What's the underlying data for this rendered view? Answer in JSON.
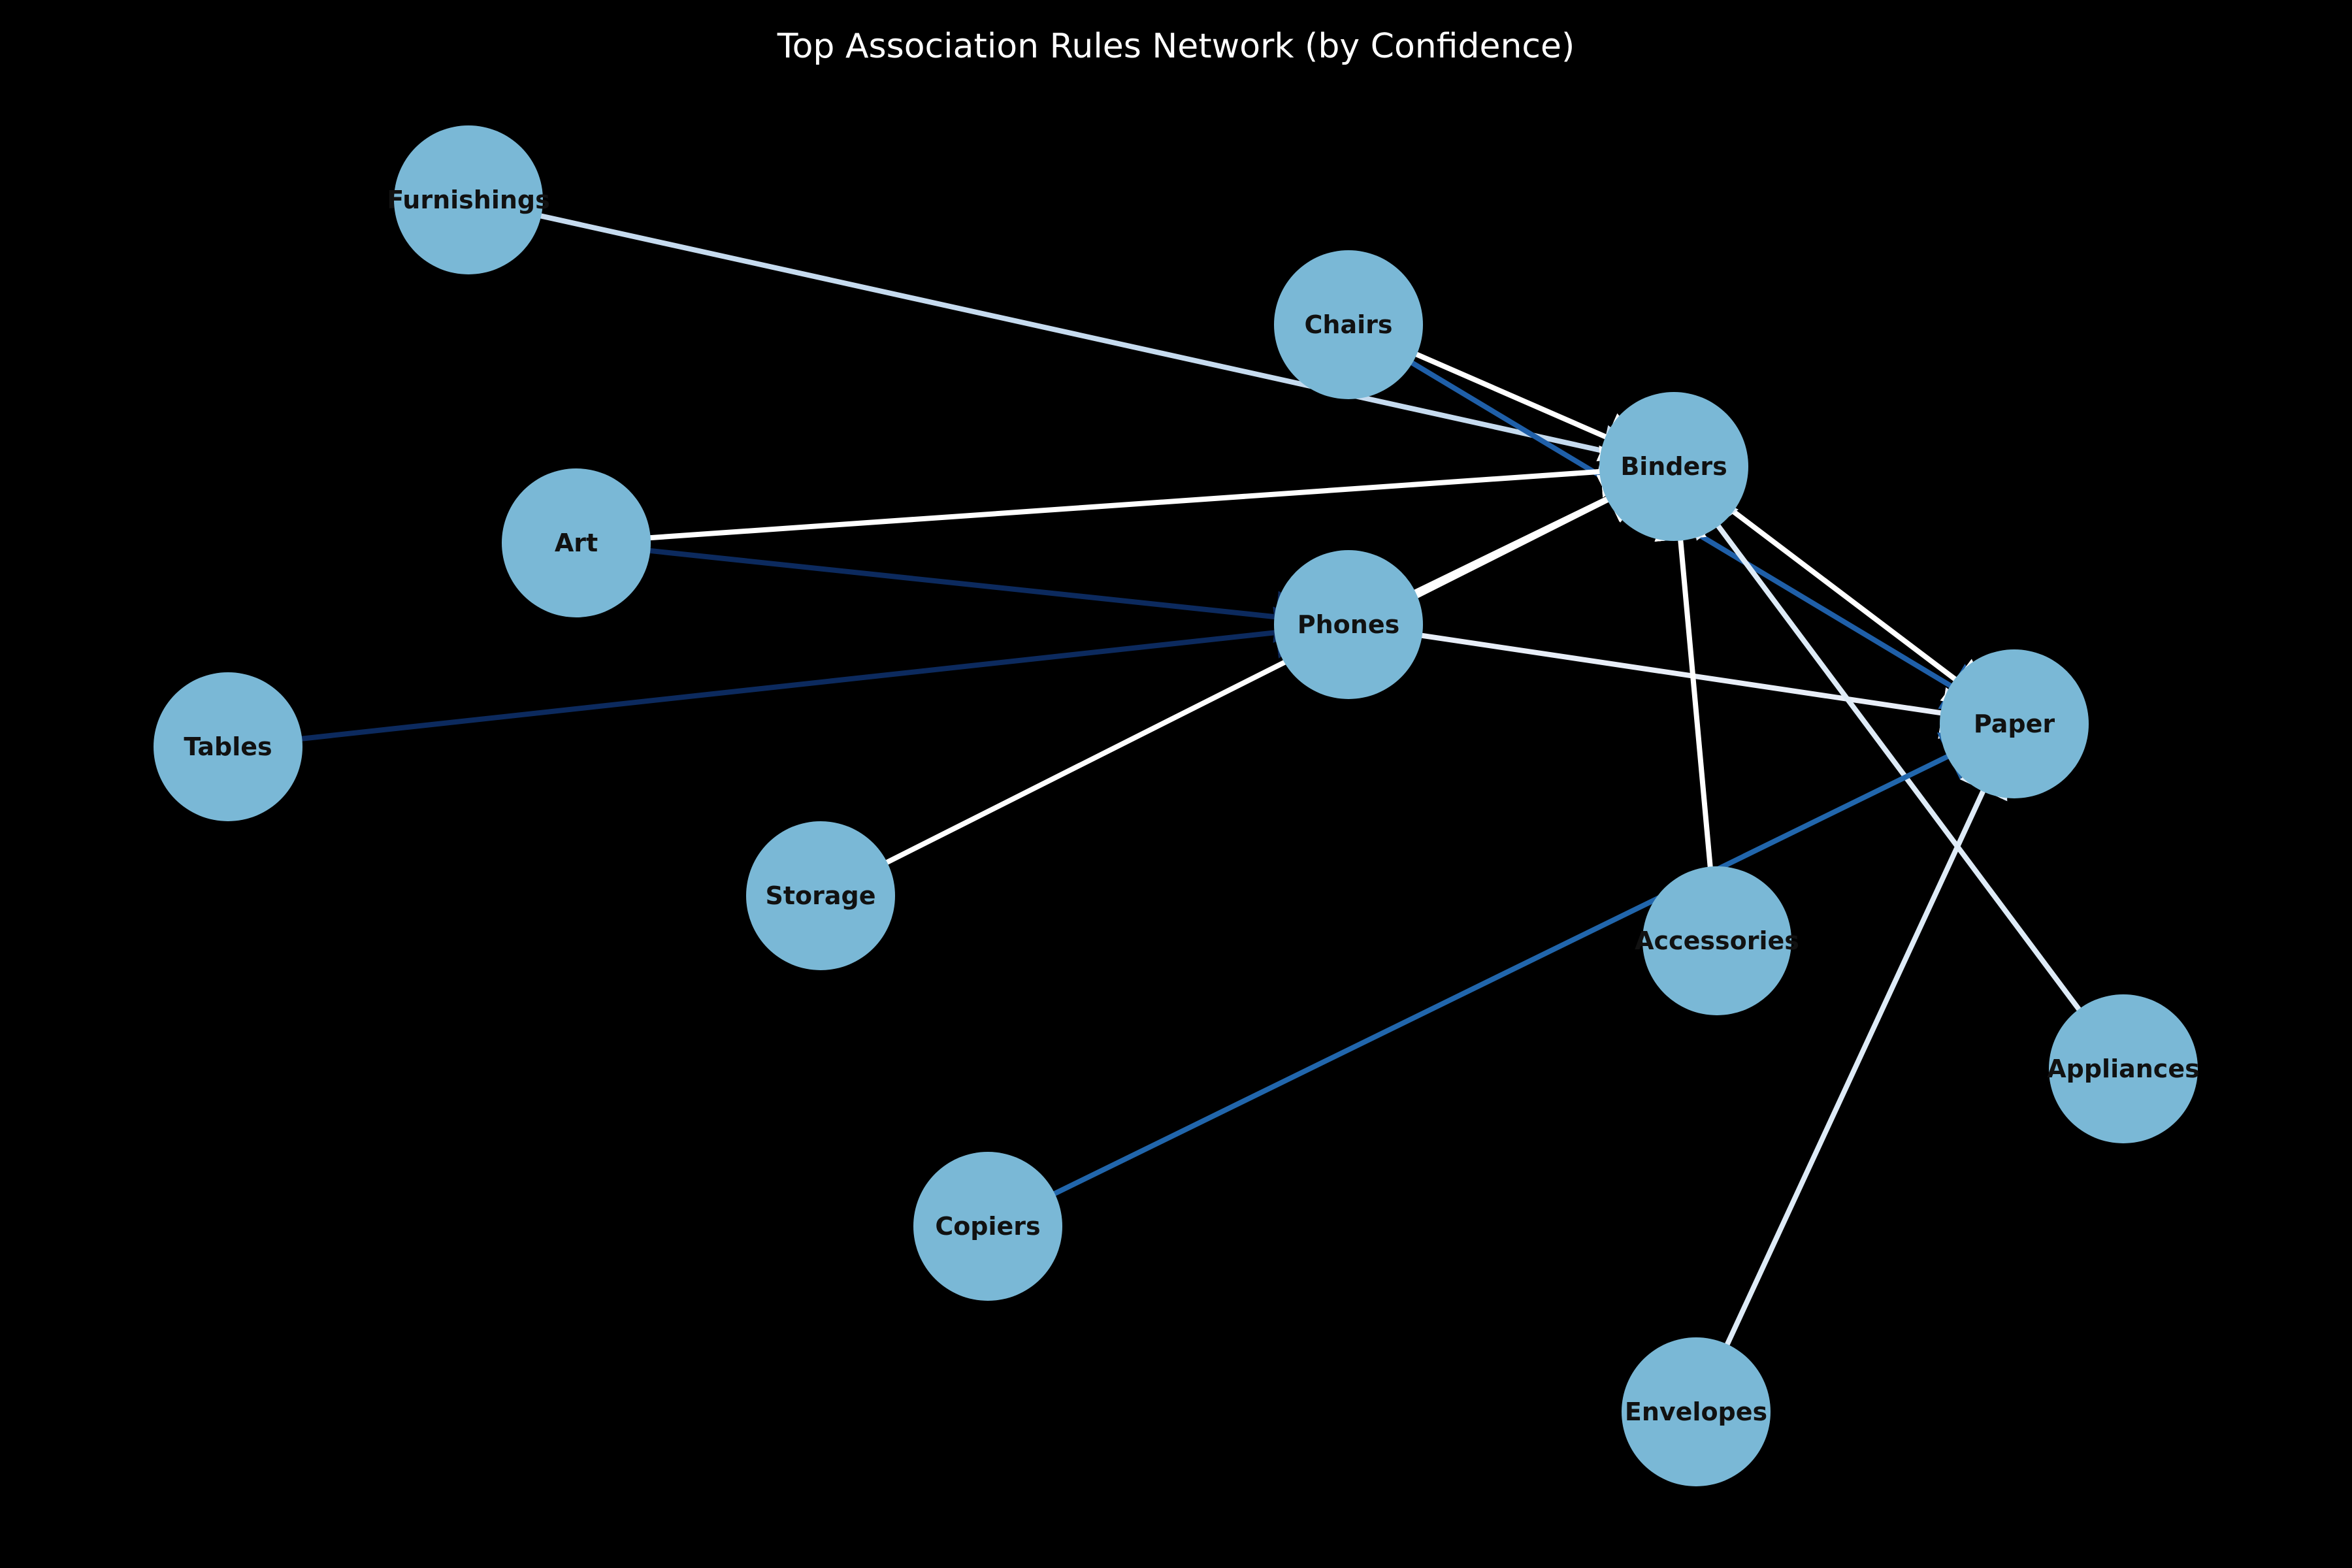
{
  "title": "Top Association Rules Network (by Confidence)",
  "colors": {
    "background": "#000000",
    "node_fill": "#7ab8d6",
    "node_label": "#111111",
    "title": "#ffffff"
  },
  "nodes": [
    {
      "id": "furnishings",
      "label": "Furnishings"
    },
    {
      "id": "chairs",
      "label": "Chairs"
    },
    {
      "id": "binders",
      "label": "Binders"
    },
    {
      "id": "art",
      "label": "Art"
    },
    {
      "id": "phones",
      "label": "Phones"
    },
    {
      "id": "tables",
      "label": "Tables"
    },
    {
      "id": "paper",
      "label": "Paper"
    },
    {
      "id": "storage",
      "label": "Storage"
    },
    {
      "id": "accessories",
      "label": "Accessories"
    },
    {
      "id": "appliances",
      "label": "Appliances"
    },
    {
      "id": "copiers",
      "label": "Copiers"
    },
    {
      "id": "envelopes",
      "label": "Envelopes"
    }
  ],
  "edges": [
    {
      "from": "furnishings",
      "to": "binders",
      "color": "#c6dbef"
    },
    {
      "from": "chairs",
      "to": "binders",
      "color": "#ffffff"
    },
    {
      "from": "chairs",
      "to": "paper",
      "color": "#1f5fa8"
    },
    {
      "from": "art",
      "to": "binders",
      "color": "#ffffff"
    },
    {
      "from": "art",
      "to": "phones",
      "color": "#0c2a5e"
    },
    {
      "from": "tables",
      "to": "phones",
      "color": "#0c2a5e"
    },
    {
      "from": "phones",
      "to": "binders",
      "color": "#ffffff"
    },
    {
      "from": "phones",
      "to": "paper",
      "color": "#e8eef8"
    },
    {
      "from": "storage",
      "to": "binders",
      "color": "#ffffff"
    },
    {
      "from": "binders",
      "to": "paper",
      "color": "#ffffff"
    },
    {
      "from": "accessories",
      "to": "binders",
      "color": "#ffffff"
    },
    {
      "from": "appliances",
      "to": "binders",
      "color": "#deebf7"
    },
    {
      "from": "copiers",
      "to": "paper",
      "color": "#2166ac"
    },
    {
      "from": "envelopes",
      "to": "paper",
      "color": "#deebf7"
    }
  ]
}
